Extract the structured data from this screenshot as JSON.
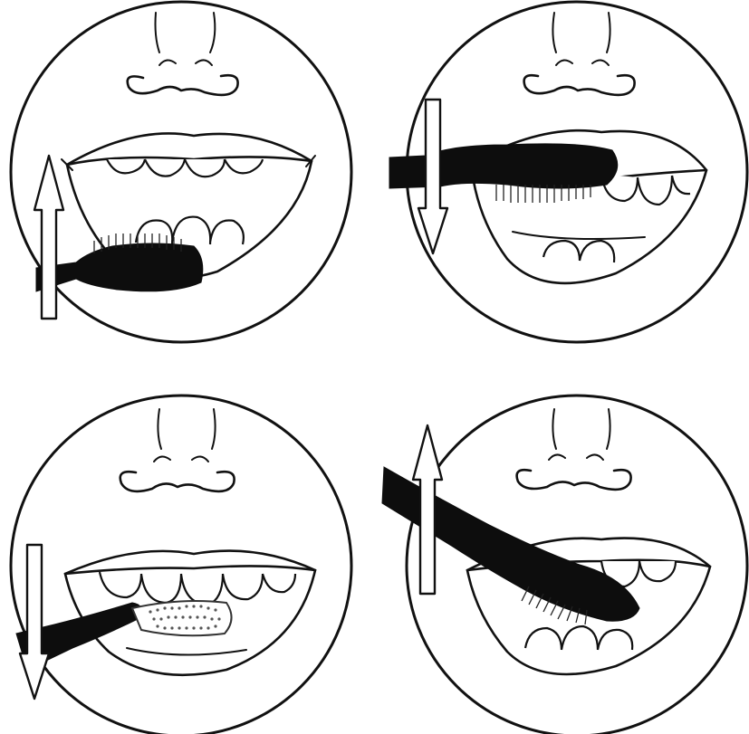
{
  "figure": {
    "panels": [
      {
        "id": "panel-1",
        "arrow": "up",
        "brush_area": "lower-front-outer"
      },
      {
        "id": "panel-2",
        "arrow": "down",
        "brush_area": "upper-side-outer"
      },
      {
        "id": "panel-3",
        "arrow": "down",
        "brush_area": "lower-inner"
      },
      {
        "id": "panel-4",
        "arrow": "up",
        "brush_area": "upper-inner"
      }
    ]
  }
}
